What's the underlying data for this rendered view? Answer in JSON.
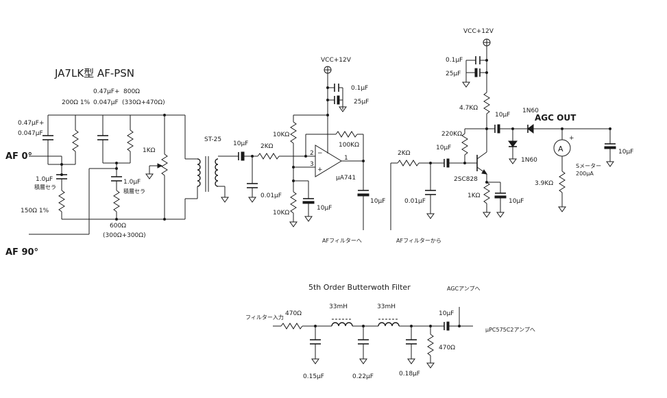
{
  "title": "JA7LK型 AF-PSN",
  "filter_title": "5th Order Butterwoth Filter",
  "inputs": {
    "af0": "AF 0°",
    "af90": "AF 90°"
  },
  "output": "AGC OUT",
  "psn": {
    "c1": [
      "0.47μF+",
      "0.047μF"
    ],
    "r1": "200Ω 1%",
    "c2": [
      "0.47μF+",
      "0.047μF"
    ],
    "r2": [
      "800Ω",
      "(330Ω+470Ω)"
    ],
    "c3": [
      "1.0μF",
      "積層セラ"
    ],
    "r3": "150Ω 1%",
    "c4": [
      "1.0μF",
      "積層セラ"
    ],
    "r4": [
      "600Ω",
      "(300Ω+300Ω)"
    ],
    "pot": "1KΩ",
    "transformer": "ST-25"
  },
  "amp": {
    "vcc": "VCC+12V",
    "c_bypass1": "0.1μF",
    "c_bypass2": "25μF",
    "c_in": "10μF",
    "r_in": "2KΩ",
    "c_gnd": "0.01μF",
    "r_bias_top": "10KΩ",
    "r_bias_bot": "10KΩ",
    "c_bias": "10μF",
    "r_fb": "100KΩ",
    "opamp": "μA741",
    "pin2": "2",
    "pin3": "3",
    "pin1": "1",
    "c_out": "10μF",
    "to_filter": "AFフィルターへ"
  },
  "agc": {
    "from_filter": "AFフィルターから",
    "vcc": "VCC+12V",
    "c_bypass1": "0.1μF",
    "c_bypass2": "25μF",
    "r_in": "2KΩ",
    "c_gnd": "0.01μF",
    "c_in": "10μF",
    "r_base": "220KΩ",
    "r_coll": "4.7KΩ",
    "transistor": "2SC828",
    "r_emit": "1KΩ",
    "c_emit": "10μF",
    "c_out": "10μF",
    "d1": "1N60",
    "d2": "1N60",
    "meter": "A",
    "meter_label": [
      "Sメーター",
      "200μA"
    ],
    "r_meter": "3.9KΩ",
    "c_final": "10μF"
  },
  "filter": {
    "input": "フィルター入力",
    "r_in": "470Ω",
    "c1": "0.15μF",
    "l1": "33mH",
    "c2": "0.22μF",
    "l2": "33mH",
    "c3": "0.18μF",
    "r_out": "470Ω",
    "c_out": "10μF",
    "to_agc": "AGCアンプへ",
    "to_upc": "μPC575C2アンプへ"
  }
}
